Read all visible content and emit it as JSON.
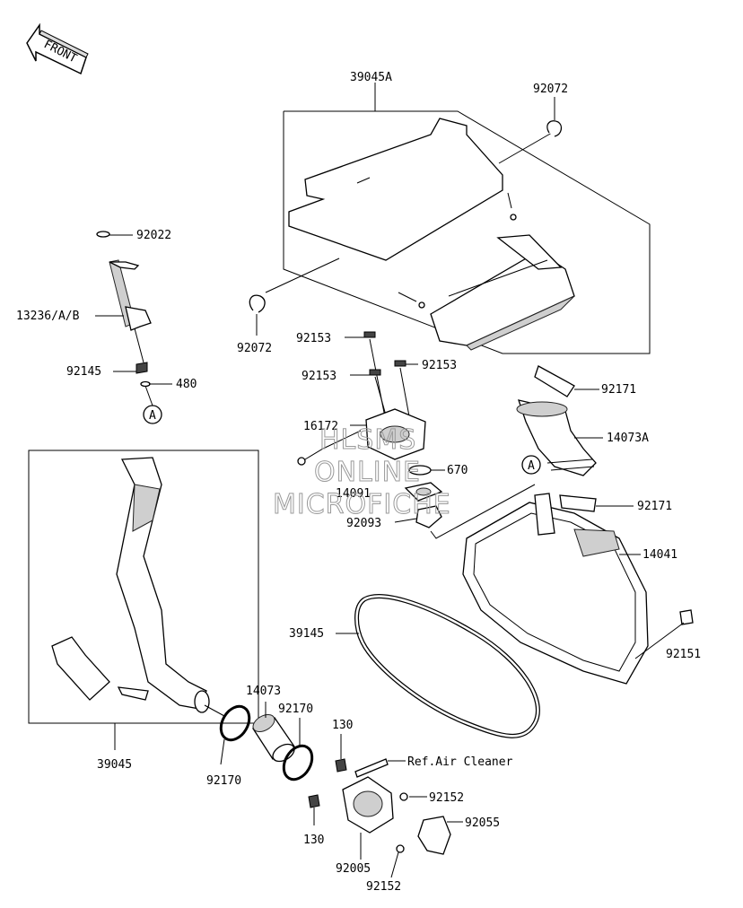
{
  "front_label": "FRONT",
  "labels": {
    "p39045A": "39045A",
    "p92072_top": "92072",
    "p92072_left": "92072",
    "p92022": "92022",
    "p13236": "13236/A/B",
    "p92145": "92145",
    "p480": "480",
    "ref_A_left": "A",
    "p92153_a": "92153",
    "p92153_b": "92153",
    "p92153_c": "92153",
    "p16172": "16172",
    "p670": "670",
    "p14091": "14091",
    "p92093": "92093",
    "p92171_top": "92171",
    "p14073A": "14073A",
    "ref_A_right": "A",
    "p92171_mid": "92171",
    "p14041": "14041",
    "p39145": "39145",
    "p92151": "92151",
    "p14073": "14073",
    "p92170_a": "92170",
    "p92170_b": "92170",
    "p130_a": "130",
    "ref_air_cleaner": "Ref.Air Cleaner",
    "p92152_a": "92152",
    "p92055": "92055",
    "p130_b": "130",
    "p92005": "92005",
    "p92152_b": "92152",
    "p39045": "39045"
  },
  "watermark": [
    "HLSMS",
    "ONLINE",
    "MICROFICHE"
  ]
}
